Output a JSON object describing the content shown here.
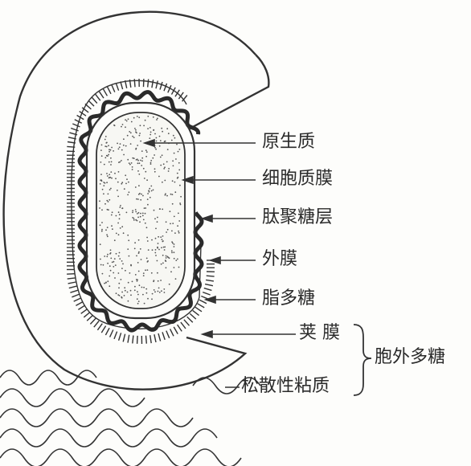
{
  "labels": {
    "protoplasm": "原生质",
    "cell_membrane": "细胞质膜",
    "peptidoglycan": "肽聚糖层",
    "outer_membrane": "外膜",
    "lipopolysaccharide": "脂多糖",
    "capsule": "荚 膜",
    "slime": "松散性粘质",
    "group": "胞外多糖"
  }
}
